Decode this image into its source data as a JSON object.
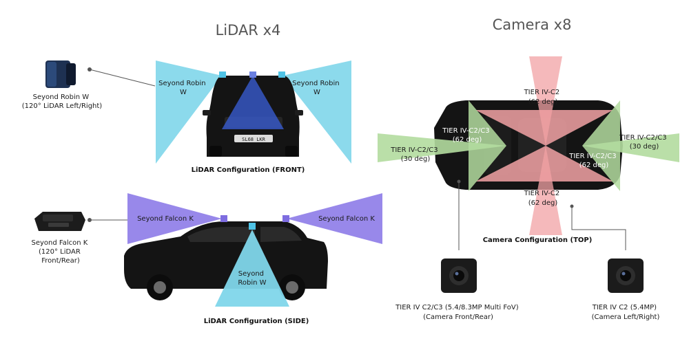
{
  "lidar": {
    "title": "LiDAR x4",
    "front_caption": "LiDAR Configuration (FRONT)",
    "side_caption": "LiDAR Configuration (SIDE)",
    "robin_product": [
      "Seyond Robin W",
      "(120° LiDAR Left/Right)"
    ],
    "falcon_product": [
      "Seyond Falcon K",
      "(120° LiDAR",
      "Front/Rear)"
    ],
    "front_left_label": [
      "Seyond Robin",
      "W"
    ],
    "front_right_label": [
      "Seyond Robin",
      "W"
    ],
    "side_left_label": "Seyond Falcon K",
    "side_right_label": "Seyond Falcon K",
    "side_center_label": [
      "Seyond",
      "Robin W"
    ],
    "plate_text": "SL68 LKR"
  },
  "camera": {
    "title": "Camera x8",
    "top_caption": "Camera Configuration (TOP)",
    "top_upper_label": [
      "TIER IV-C2",
      "(62 deg)"
    ],
    "top_lower_label": [
      "TIER IV-C2",
      "(62 deg)"
    ],
    "front_wide_label": [
      "TIER IV-C2/C3",
      "(62 deg)"
    ],
    "front_narrow_label": [
      "TIER IV-C2/C3",
      "(30 deg)"
    ],
    "rear_narrow_label": [
      "TIER IV-C2/C3",
      "(30 deg)"
    ],
    "rear_wide_label": [
      "TIER IV-C2/C3",
      "(62 deg)"
    ],
    "product_c2c3": [
      "TIER IV C2/C3 (5.4/8.3MP Multi FoV)",
      "(Camera Front/Rear)"
    ],
    "product_c2": [
      "TIER IV C2 (5.4MP)",
      "(Camera Left/Right)"
    ]
  },
  "colors": {
    "robin_fov": "#7fd6ea",
    "falcon_fov": "#8f7ee8",
    "center_fov": "#3a5fd9",
    "camera_red": "#f2a2a4",
    "camera_green": "#b3dc9f",
    "car_body": "#141414"
  }
}
